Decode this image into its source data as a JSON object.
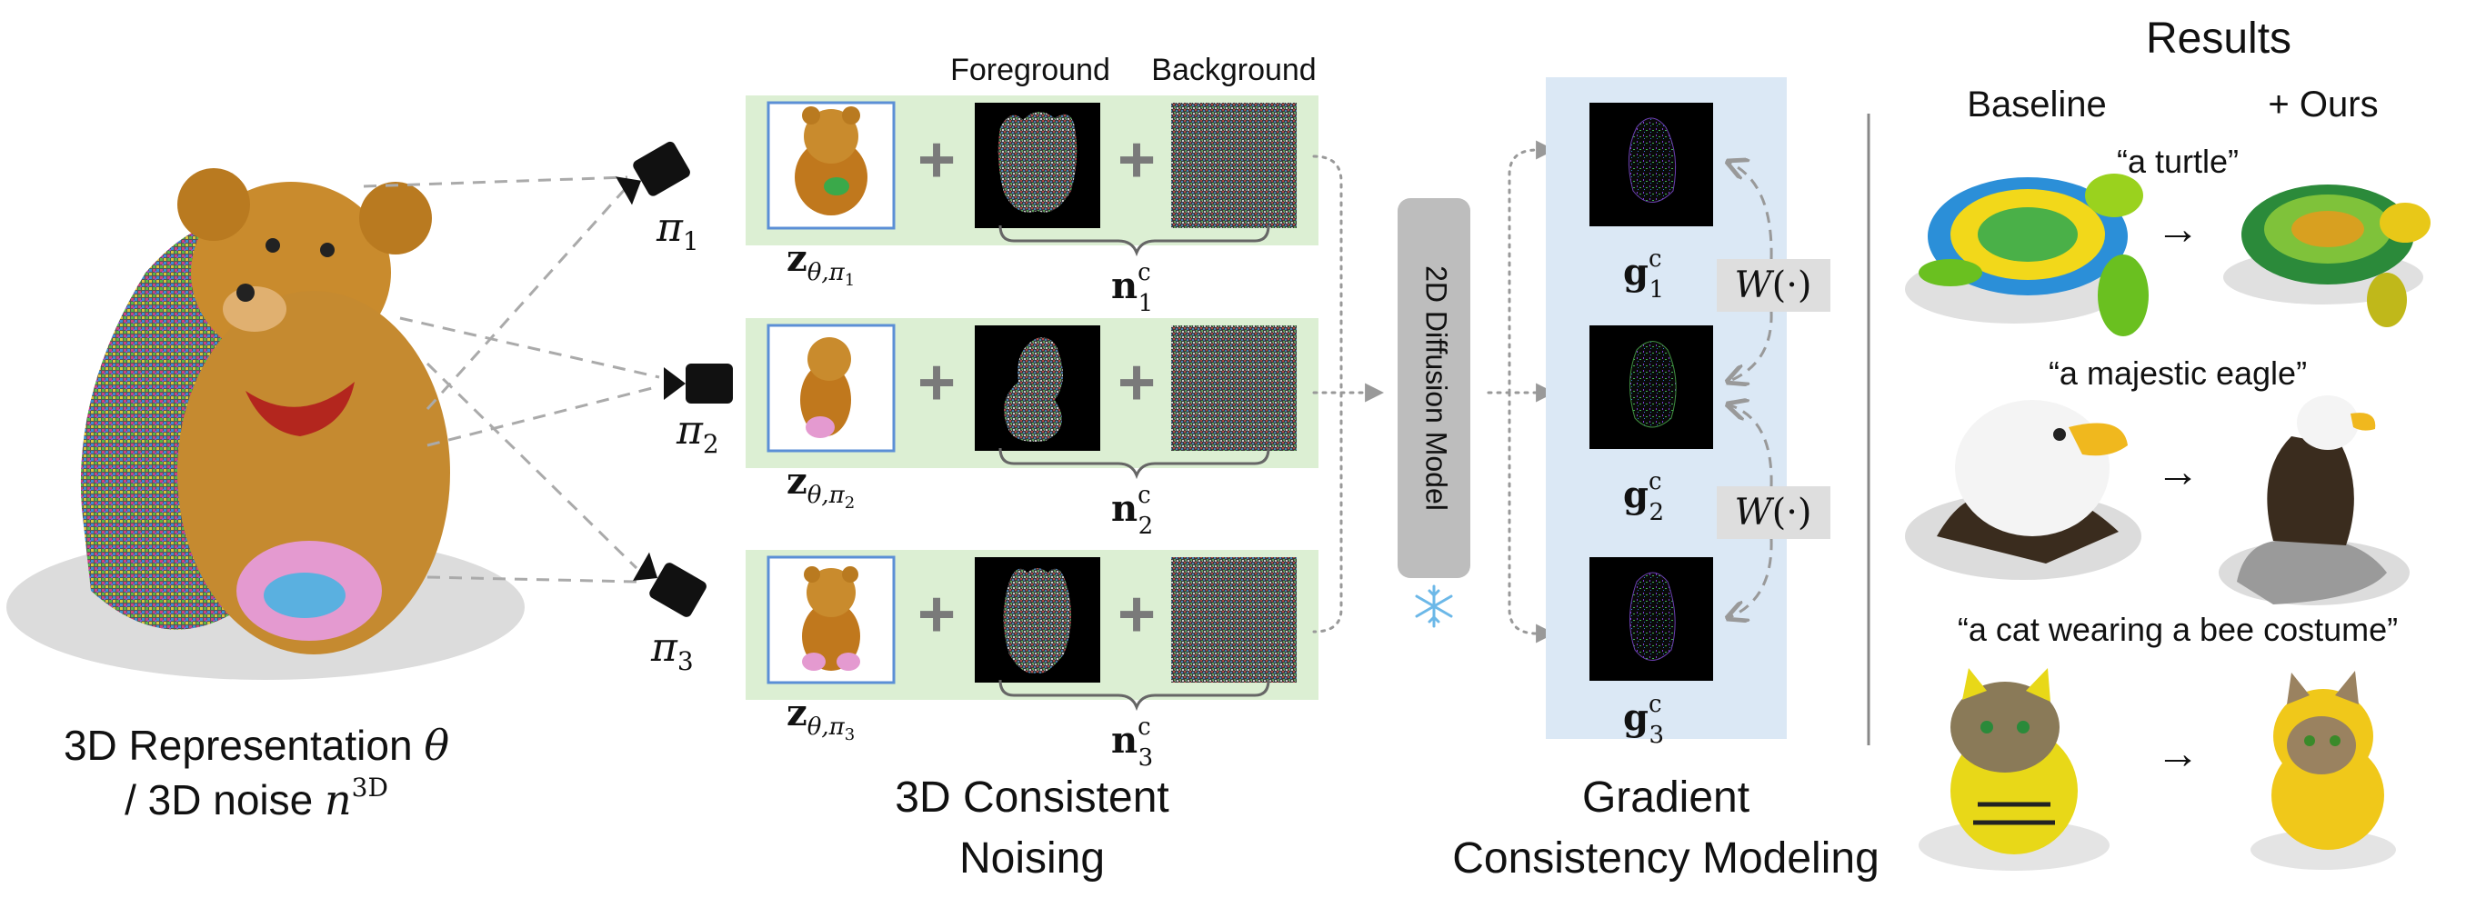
{
  "representation": {
    "line1_text": "3D Representation ",
    "line1_symbol": "θ",
    "line2_text": "/ 3D noise ",
    "line2_symbol": "n",
    "line2_sup": "3D"
  },
  "cameras": [
    {
      "symbol": "π",
      "sub": "1"
    },
    {
      "symbol": "π",
      "sub": "2"
    },
    {
      "symbol": "π",
      "sub": "3"
    }
  ],
  "noising": {
    "foreground_header": "Foreground",
    "background_header": "Background",
    "plus": "+",
    "rows": [
      {
        "z_symbol": "z",
        "z_sub": "θ,π",
        "z_subsub": "1",
        "n_symbol": "n",
        "n_sup": "c",
        "n_sub": "1"
      },
      {
        "z_symbol": "z",
        "z_sub": "θ,π",
        "z_subsub": "2",
        "n_symbol": "n",
        "n_sup": "c",
        "n_sub": "2"
      },
      {
        "z_symbol": "z",
        "z_sub": "θ,π",
        "z_subsub": "3",
        "n_symbol": "n",
        "n_sup": "c",
        "n_sub": "3"
      }
    ],
    "caption_line1": "3D Consistent",
    "caption_line2": "Noising"
  },
  "diffusion": {
    "label": "2D Diffusion Model",
    "frozen_icon": "snowflake-icon"
  },
  "gradient": {
    "items": [
      {
        "symbol": "g",
        "sup": "c",
        "sub": "1"
      },
      {
        "symbol": "g",
        "sup": "c",
        "sub": "2"
      },
      {
        "symbol": "g",
        "sup": "c",
        "sub": "3"
      }
    ],
    "weight_labels": [
      "W",
      "W"
    ],
    "weight_arg": "(·)",
    "caption_line1": "Gradient",
    "caption_line2": "Consistency Modeling"
  },
  "results": {
    "title": "Results",
    "baseline_header": "Baseline",
    "ours_header": "+ Ours",
    "arrow": "→",
    "prompts": [
      "“a turtle”",
      "“a majestic eagle”",
      "“a cat wearing a bee costume”"
    ]
  },
  "colors": {
    "green_panel": "#dcefd3",
    "blue_panel": "#dbe8f5",
    "diffusion_box": "#bdbdbd",
    "weight_box": "#dedede",
    "render_border": "#5b8fd6"
  }
}
